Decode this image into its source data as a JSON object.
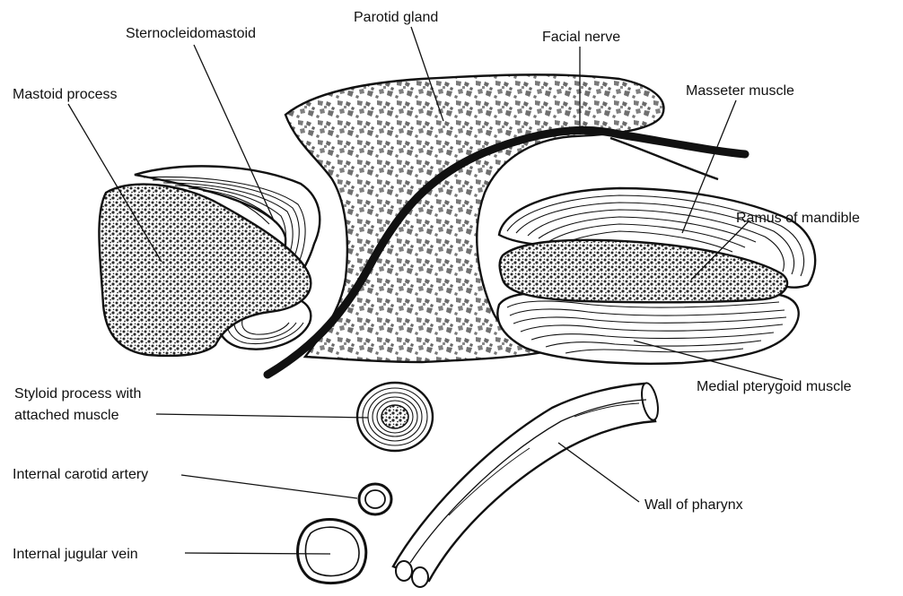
{
  "figure": {
    "labels": {
      "parotid_gland": "Parotid gland",
      "sternocleidomastoid": "Sternocleidomastoid",
      "facial_nerve": "Facial nerve",
      "mastoid_process": "Mastoid process",
      "masseter_muscle": "Masseter muscle",
      "ramus_of_mandible": "Ramus of mandible",
      "medial_pterygoid_muscle": "Medial pterygoid muscle",
      "styloid_line1": "Styloid process with",
      "styloid_line2": "attached muscle",
      "internal_carotid_artery": "Internal carotid artery",
      "wall_of_pharynx": "Wall of pharynx",
      "internal_jugular_vein": "Internal jugular vein"
    },
    "colors": {
      "ink": "#111111",
      "background": "#ffffff",
      "gland_fill": "#7a7a7a",
      "bone_fill": "#2a2a2a"
    }
  }
}
